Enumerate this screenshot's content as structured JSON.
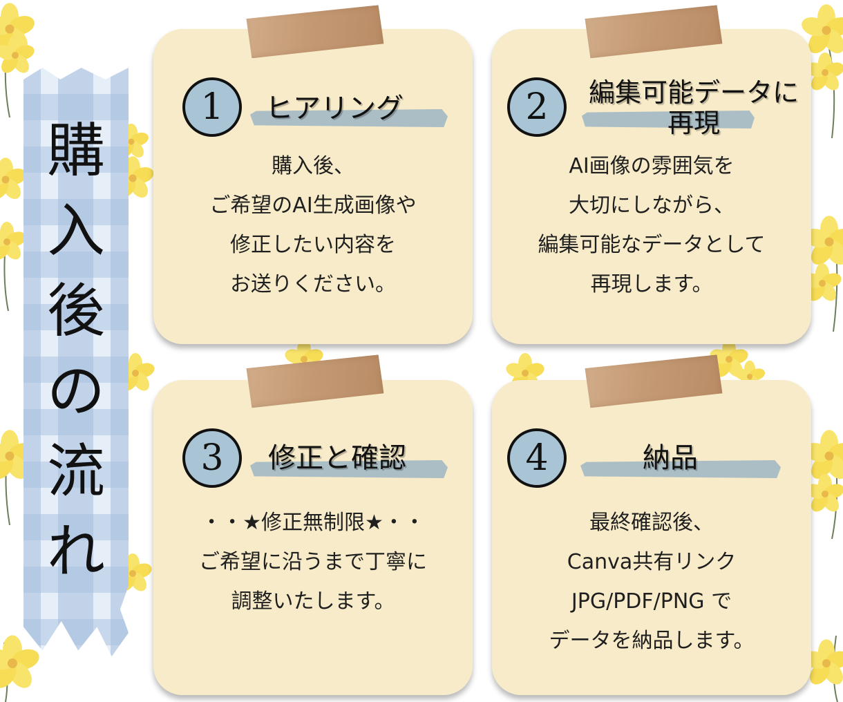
{
  "banner": {
    "title_chars": [
      "購",
      "入",
      "後",
      "の",
      "流",
      "れ"
    ]
  },
  "steps": [
    {
      "number": "1",
      "title_lines": [
        "ヒアリング"
      ],
      "body": [
        "購入後、",
        "ご希望のAI生成画像や",
        "修正したい内容を",
        "お送りください。"
      ]
    },
    {
      "number": "2",
      "title_lines": [
        "編集可能データに",
        "再現"
      ],
      "body": [
        "AI画像の雰囲気を",
        "大切にしながら、",
        "編集可能なデータとして",
        "再現します。"
      ]
    },
    {
      "number": "3",
      "title_lines": [
        "修正と確認"
      ],
      "body": [
        "・・★修正無制限★・・",
        "ご希望に沿うまで丁寧に",
        "調整いたします。"
      ]
    },
    {
      "number": "4",
      "title_lines": [
        "納品"
      ],
      "body": [
        "最終確認後、",
        "Canva共有リンク",
        "JPG/PDF/PNG で",
        "データを納品します。"
      ]
    }
  ],
  "colors": {
    "card": "#f7ebc9",
    "circle": "#a9c4d4",
    "brush": "#9db6c4",
    "tape": "#c49a74",
    "banner": "#a3bddd",
    "flower": "#f9e46b"
  },
  "icons": [
    "yellow-flower-icon",
    "masking-tape-icon",
    "number-circle-icon",
    "brush-stroke-icon"
  ]
}
